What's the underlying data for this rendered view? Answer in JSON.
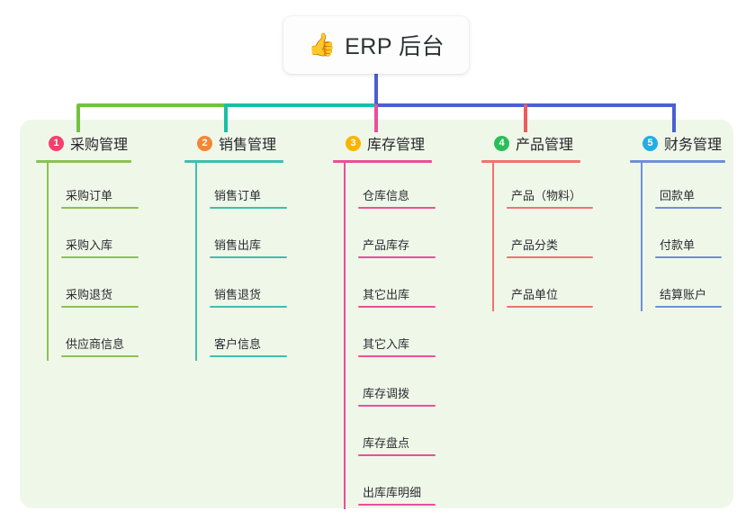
{
  "root": {
    "icon": "thumbs-up-icon",
    "icon_glyph": "👍",
    "title": "ERP 后台"
  },
  "colors": {
    "panel_bg": "#eff7e9",
    "card_bg": "#fdfdfd",
    "text": "#24262a",
    "connector_green": "#73c23e",
    "connector_teal": "#16c0a6",
    "connector_blue": "#4a5fd4",
    "drop_green": "#73c23e",
    "drop_teal": "#16c0a6",
    "drop_pink": "#ea4f9a",
    "drop_red": "#f05a5a",
    "drop_blue": "#4a5fd4",
    "root_stem": "#4a5fd4"
  },
  "columns": [
    {
      "number": "1",
      "title": "采购管理",
      "badge_color": "#f1416c",
      "line_color": "#8cc152",
      "items": [
        "采购订单",
        "采购入库",
        "采购退货",
        "供应商信息"
      ]
    },
    {
      "number": "2",
      "title": "销售管理",
      "badge_color": "#f58634",
      "line_color": "#3ebfae",
      "items": [
        "销售订单",
        "销售出库",
        "销售退货",
        "客户信息"
      ]
    },
    {
      "number": "3",
      "title": "库存管理",
      "badge_color": "#f7b500",
      "line_color": "#ea4f9a",
      "items": [
        "仓库信息",
        "产品库存",
        "其它出库",
        "其它入库",
        "库存调拨",
        "库存盘点",
        "出库库明细"
      ]
    },
    {
      "number": "4",
      "title": "产品管理",
      "badge_color": "#2bbd5a",
      "line_color": "#f0736d",
      "items": [
        "产品（物料）",
        "产品分类",
        "产品单位"
      ]
    },
    {
      "number": "5",
      "title": "财务管理",
      "badge_color": "#21aee5",
      "line_color": "#6f8fd8",
      "items": [
        "回款单",
        "付款单",
        "结算账户"
      ]
    }
  ]
}
